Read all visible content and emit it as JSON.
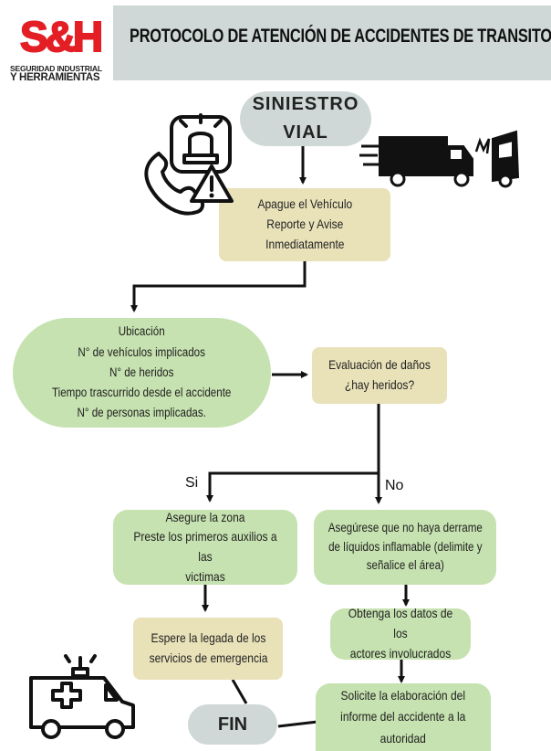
{
  "header": {
    "title": "PROTOCOLO DE ATENCIÓN DE ACCIDENTES DE TRANSITO",
    "logo_mark": "S&H",
    "logo_line1": "SEGURIDAD INDUSTRIAL",
    "logo_line2": "Y HERRAMIENTAS"
  },
  "nodes": {
    "start": [
      "SINIESTRO",
      "VIAL"
    ],
    "step1": [
      "Apague el Vehículo",
      "Reporte y Avise",
      "Inmediatamente"
    ],
    "step2": [
      "Ubicación",
      "N° de vehículos implicados",
      "N° de heridos",
      "Tiempo trascurrido desde el accidente",
      "N° de personas implicadas."
    ],
    "decision": [
      "Evaluación de daños",
      "¿hay heridos?"
    ],
    "yes1": [
      "Asegure la zona",
      "Preste los primeros auxilios a las",
      "victimas"
    ],
    "yes2": [
      "Espere la legada de los",
      "servicios de emergencia"
    ],
    "no1": [
      "Asegúrese que no haya derrame",
      "de líquidos inflamable (delimite y",
      "señalice el área)"
    ],
    "no2": [
      "Obtenga los datos de los",
      "actores involucrados"
    ],
    "no3": [
      "Solicite la elaboración del",
      "informe del accidente a la",
      "autoridad"
    ],
    "end": "FIN"
  },
  "branch_labels": {
    "yes": "Si",
    "no": "No"
  },
  "icons": [
    "phone-alarm-icon",
    "truck-collision-icon",
    "ambulance-icon"
  ],
  "colors": {
    "gray": "#cfd8d6",
    "tan": "#e9e2b9",
    "green": "#c6e2b0",
    "brand_red": "#e31e24"
  }
}
